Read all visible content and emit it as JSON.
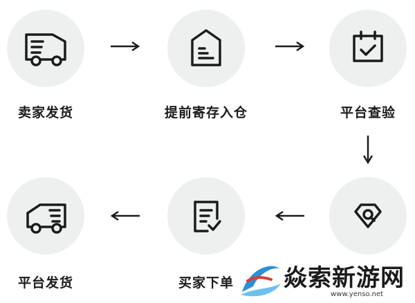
{
  "steps": [
    {
      "label": "卖家发货",
      "icon": "delivery-truck-icon"
    },
    {
      "label": "提前寄存入仓",
      "icon": "warehouse-icon"
    },
    {
      "label": "平台查验",
      "icon": "calendar-check-icon"
    },
    {
      "label": "平台发货",
      "icon": "fast-truck-icon"
    },
    {
      "label": "买家下单",
      "icon": "order-form-icon"
    },
    {
      "label": "",
      "icon": "diamond-search-icon"
    }
  ],
  "watermark": {
    "text": "焱索新游网",
    "url": "www.yenso.net"
  },
  "colors": {
    "circle": "#eef0f0",
    "ink": "#1b1b1b",
    "watermark_blue": "#2b8fd6"
  }
}
